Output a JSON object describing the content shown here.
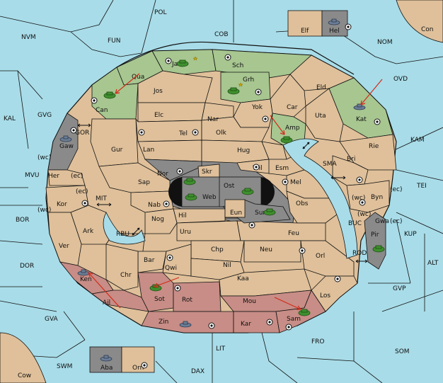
{
  "colors": {
    "sea": "#a8dce8",
    "land": "#dfc09a",
    "green": "#a7c690",
    "red": "#c78d86",
    "gray": "#8a8a8a",
    "black": "#111111",
    "arrow": "#d42a1a"
  },
  "sea_labels": {
    "POL": "POL",
    "COB": "COB",
    "NVM": "NVM",
    "FUN": "FUN",
    "NOM": "NOM",
    "Con": "Con",
    "OVD": "OVD",
    "KAL": "KAL",
    "GVG": "GVG",
    "KAM": "KAM",
    "TEI": "TEI",
    "MVU": "MVU",
    "BOR": "BOR",
    "DOR": "DOR",
    "KUP": "KUP",
    "ALT": "ALT",
    "GVP": "GVP",
    "GVA": "GVA",
    "FRO": "FRO",
    "SOM": "SOM",
    "LIT": "LIT",
    "SWM": "SWM",
    "DAX": "DAX",
    "Cow": "Cow",
    "GOR": "GOR",
    "MIT": "MIT",
    "RBU": "RBU",
    "SMA": "SMA",
    "BUC": "BUC",
    "ROD": "ROD"
  },
  "land_labels": {
    "Jad": "Jad",
    "Sch": "Sch",
    "Qua": "Qua",
    "Jos": "Jos",
    "Grh": "Grh",
    "Can": "Can",
    "Eld": "Eld",
    "Yok": "Yok",
    "Car": "Car",
    "Elc": "Elc",
    "Nar": "Nar",
    "Uta": "Uta",
    "Kat": "Kat",
    "Tel": "Tel",
    "Olk": "Olk",
    "Amp": "Amp",
    "Gaw": "Gaw",
    "Gur": "Gur",
    "Lan": "Lan",
    "Hug": "Hug",
    "Rie": "Rie",
    "Bri": "Bri",
    "Wil": "Wil",
    "Esm": "Esm",
    "Nor": "Nor",
    "Skr": "Skr",
    "Her": "Her",
    "Sap": "Sap",
    "Ost": "Ost",
    "Web": "Web",
    "Mel": "Mel",
    "Byn": "Byn",
    "Kor": "Kor",
    "Nab": "Nab",
    "Eun": "Eun",
    "Obs": "Obs",
    "Hil": "Hil",
    "Sun": "Sun",
    "Gwa": "Gwa",
    "Nog": "Nog",
    "Ark": "Ark",
    "Uru": "Uru",
    "Feu": "Feu",
    "Pir": "Pir",
    "Ver": "Ver",
    "Chp": "Chp",
    "Neu": "Neu",
    "Bar": "Bar",
    "Qwi": "Qwi",
    "Nil": "Nil",
    "Orl": "Orl",
    "Chr": "Chr",
    "Ken": "Ken",
    "Kaa": "Kaa",
    "Los": "Los",
    "Ail": "Ail",
    "Sot": "Sot",
    "Rot": "Rot",
    "Mou": "Mou",
    "Zin": "Zin",
    "Kar": "Kar",
    "Sam": "Sam",
    "Elf": "Elf",
    "Hel": "Hel",
    "Aba": "Aba",
    "Orn": "Orn"
  },
  "coast_labels": {
    "wc": "(wc)",
    "ec": "(ec)"
  }
}
